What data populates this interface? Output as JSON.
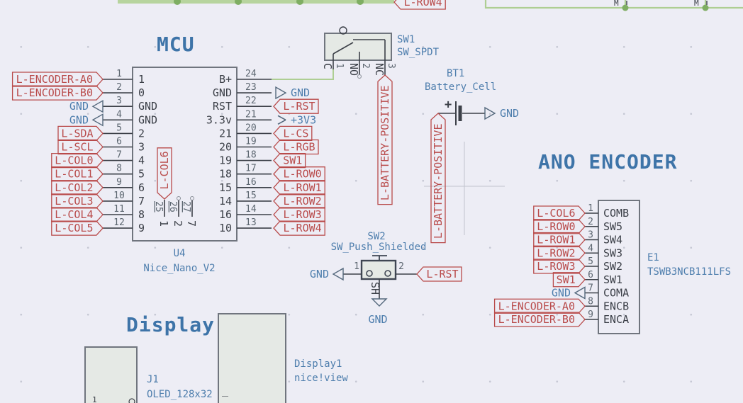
{
  "titles": {
    "mcu": "MCU",
    "encoder": "ANO ENCODER",
    "display": "Display"
  },
  "mcu": {
    "ref": "U4",
    "value": "Nice_Nano_V2",
    "left_pins": [
      {
        "num": "1",
        "name": "1",
        "label": "L-ENCODER-A0",
        "kind": "hier"
      },
      {
        "num": "2",
        "name": "0",
        "label": "L-ENCODER-B0",
        "kind": "hier"
      },
      {
        "num": "3",
        "name": "GND",
        "label": "GND",
        "kind": "gnd"
      },
      {
        "num": "4",
        "name": "GND",
        "label": "GND",
        "kind": "gnd"
      },
      {
        "num": "5",
        "name": "2",
        "label": "L-SDA",
        "kind": "hier"
      },
      {
        "num": "6",
        "name": "3",
        "label": "L-SCL",
        "kind": "hier"
      },
      {
        "num": "7",
        "name": "4",
        "label": "L-COL0",
        "kind": "hier"
      },
      {
        "num": "8",
        "name": "5",
        "label": "L-COL1",
        "kind": "hier"
      },
      {
        "num": "9",
        "name": "6",
        "label": "L-COL2",
        "kind": "hier"
      },
      {
        "num": "10",
        "name": "7",
        "label": "L-COL3",
        "kind": "hier"
      },
      {
        "num": "11",
        "name": "8",
        "label": "L-COL4",
        "kind": "hier"
      },
      {
        "num": "12",
        "name": "9",
        "label": "L-COL5",
        "kind": "hier"
      }
    ],
    "right_pins": [
      {
        "num": "24",
        "name": "B+",
        "kind": "wire"
      },
      {
        "num": "23",
        "name": "GND",
        "label": "GND",
        "kind": "gnd"
      },
      {
        "num": "22",
        "name": "RST",
        "label": "L-RST",
        "kind": "hier"
      },
      {
        "num": "21",
        "name": "3.3v",
        "label": "+3V3",
        "kind": "power"
      },
      {
        "num": "20",
        "name": "21",
        "label": "L-CS",
        "kind": "hier"
      },
      {
        "num": "19",
        "name": "20",
        "label": "L-RGB",
        "kind": "hier"
      },
      {
        "num": "18",
        "name": "19",
        "label": "SW1",
        "kind": "hier"
      },
      {
        "num": "17",
        "name": "18",
        "label": "L-ROW0",
        "kind": "hier"
      },
      {
        "num": "16",
        "name": "15",
        "label": "L-ROW1",
        "kind": "hier"
      },
      {
        "num": "15",
        "name": "14",
        "label": "L-ROW2",
        "kind": "hier"
      },
      {
        "num": "14",
        "name": "16",
        "label": "L-ROW3",
        "kind": "hier"
      },
      {
        "num": "13",
        "name": "10",
        "label": "L-ROW4",
        "kind": "hier"
      }
    ],
    "bottom_pins": [
      {
        "num": "25",
        "name": "1",
        "label": "L-COL6"
      },
      {
        "num": "26",
        "name": "2"
      },
      {
        "num": "27",
        "name": "7"
      }
    ]
  },
  "sw1": {
    "ref": "SW1",
    "value": "SW_SPDT",
    "pins": [
      {
        "name": "C",
        "num": "1"
      },
      {
        "name": "NO",
        "num": "2"
      },
      {
        "name": "NC",
        "num": "3"
      }
    ],
    "net_label": "L-BATTERY-POSITIVE"
  },
  "battery": {
    "ref": "BT1",
    "value": "Battery_Cell",
    "plus": "+",
    "net_label": "L-BATTERY-POSITIVE",
    "gnd_label": "GND"
  },
  "encoder": {
    "ref": "E1",
    "value": "TSWB3NCB111LFS",
    "pins": [
      {
        "num": "1",
        "name": "COMB",
        "label": "L-COL6",
        "kind": "hier"
      },
      {
        "num": "2",
        "name": "SW5",
        "label": "L-ROW0",
        "kind": "hier"
      },
      {
        "num": "3",
        "name": "SW4",
        "label": "L-ROW1",
        "kind": "hier"
      },
      {
        "num": "4",
        "name": "SW3",
        "label": "L-ROW2",
        "kind": "hier"
      },
      {
        "num": "5",
        "name": "SW2",
        "label": "L-ROW3",
        "kind": "hier"
      },
      {
        "num": "6",
        "name": "SW1",
        "label": "SW1",
        "kind": "hier"
      },
      {
        "num": "7",
        "name": "COMA",
        "label": "GND",
        "kind": "gnd"
      },
      {
        "num": "8",
        "name": "ENCB",
        "label": "L-ENCODER-A0",
        "kind": "hier"
      },
      {
        "num": "9",
        "name": "ENCA",
        "label": "L-ENCODER-B0",
        "kind": "hier"
      }
    ]
  },
  "sw2": {
    "ref": "SW2",
    "value": "SW_Push_Shielded",
    "pin1": "1",
    "pin2": "2",
    "shield": "SH",
    "left_label": "GND",
    "right_label": "L-RST",
    "bottom_label": "GND"
  },
  "display": {
    "j1_ref": "J1",
    "j1_value": "OLED_128x32",
    "j1_pin": "1",
    "d1_ref": "Display1",
    "d1_value": "nice!view",
    "d1_glyph": "_"
  },
  "top": {
    "row4_label": "L-ROW4",
    "partial_ref": "M"
  },
  "colors": {
    "background": "#EDEDF5",
    "grid_dot": "#C6C8D4",
    "label_red": "#B94B4B",
    "text_blue": "#4E7EAD",
    "title_blue": "#3E74A8",
    "pin_dark": "#3C4048",
    "pin_number_gray": "#5C6670",
    "outline_gray": "#70757E",
    "sw2_outline": "#3F4653",
    "body_fill": "#E5E9E5",
    "wire_green": "#AECE93",
    "bus_green": "#B7D49E",
    "junction_green": "#7FAE63",
    "global_graphic": "#54687C",
    "crosshair": "#C1C4CD"
  }
}
